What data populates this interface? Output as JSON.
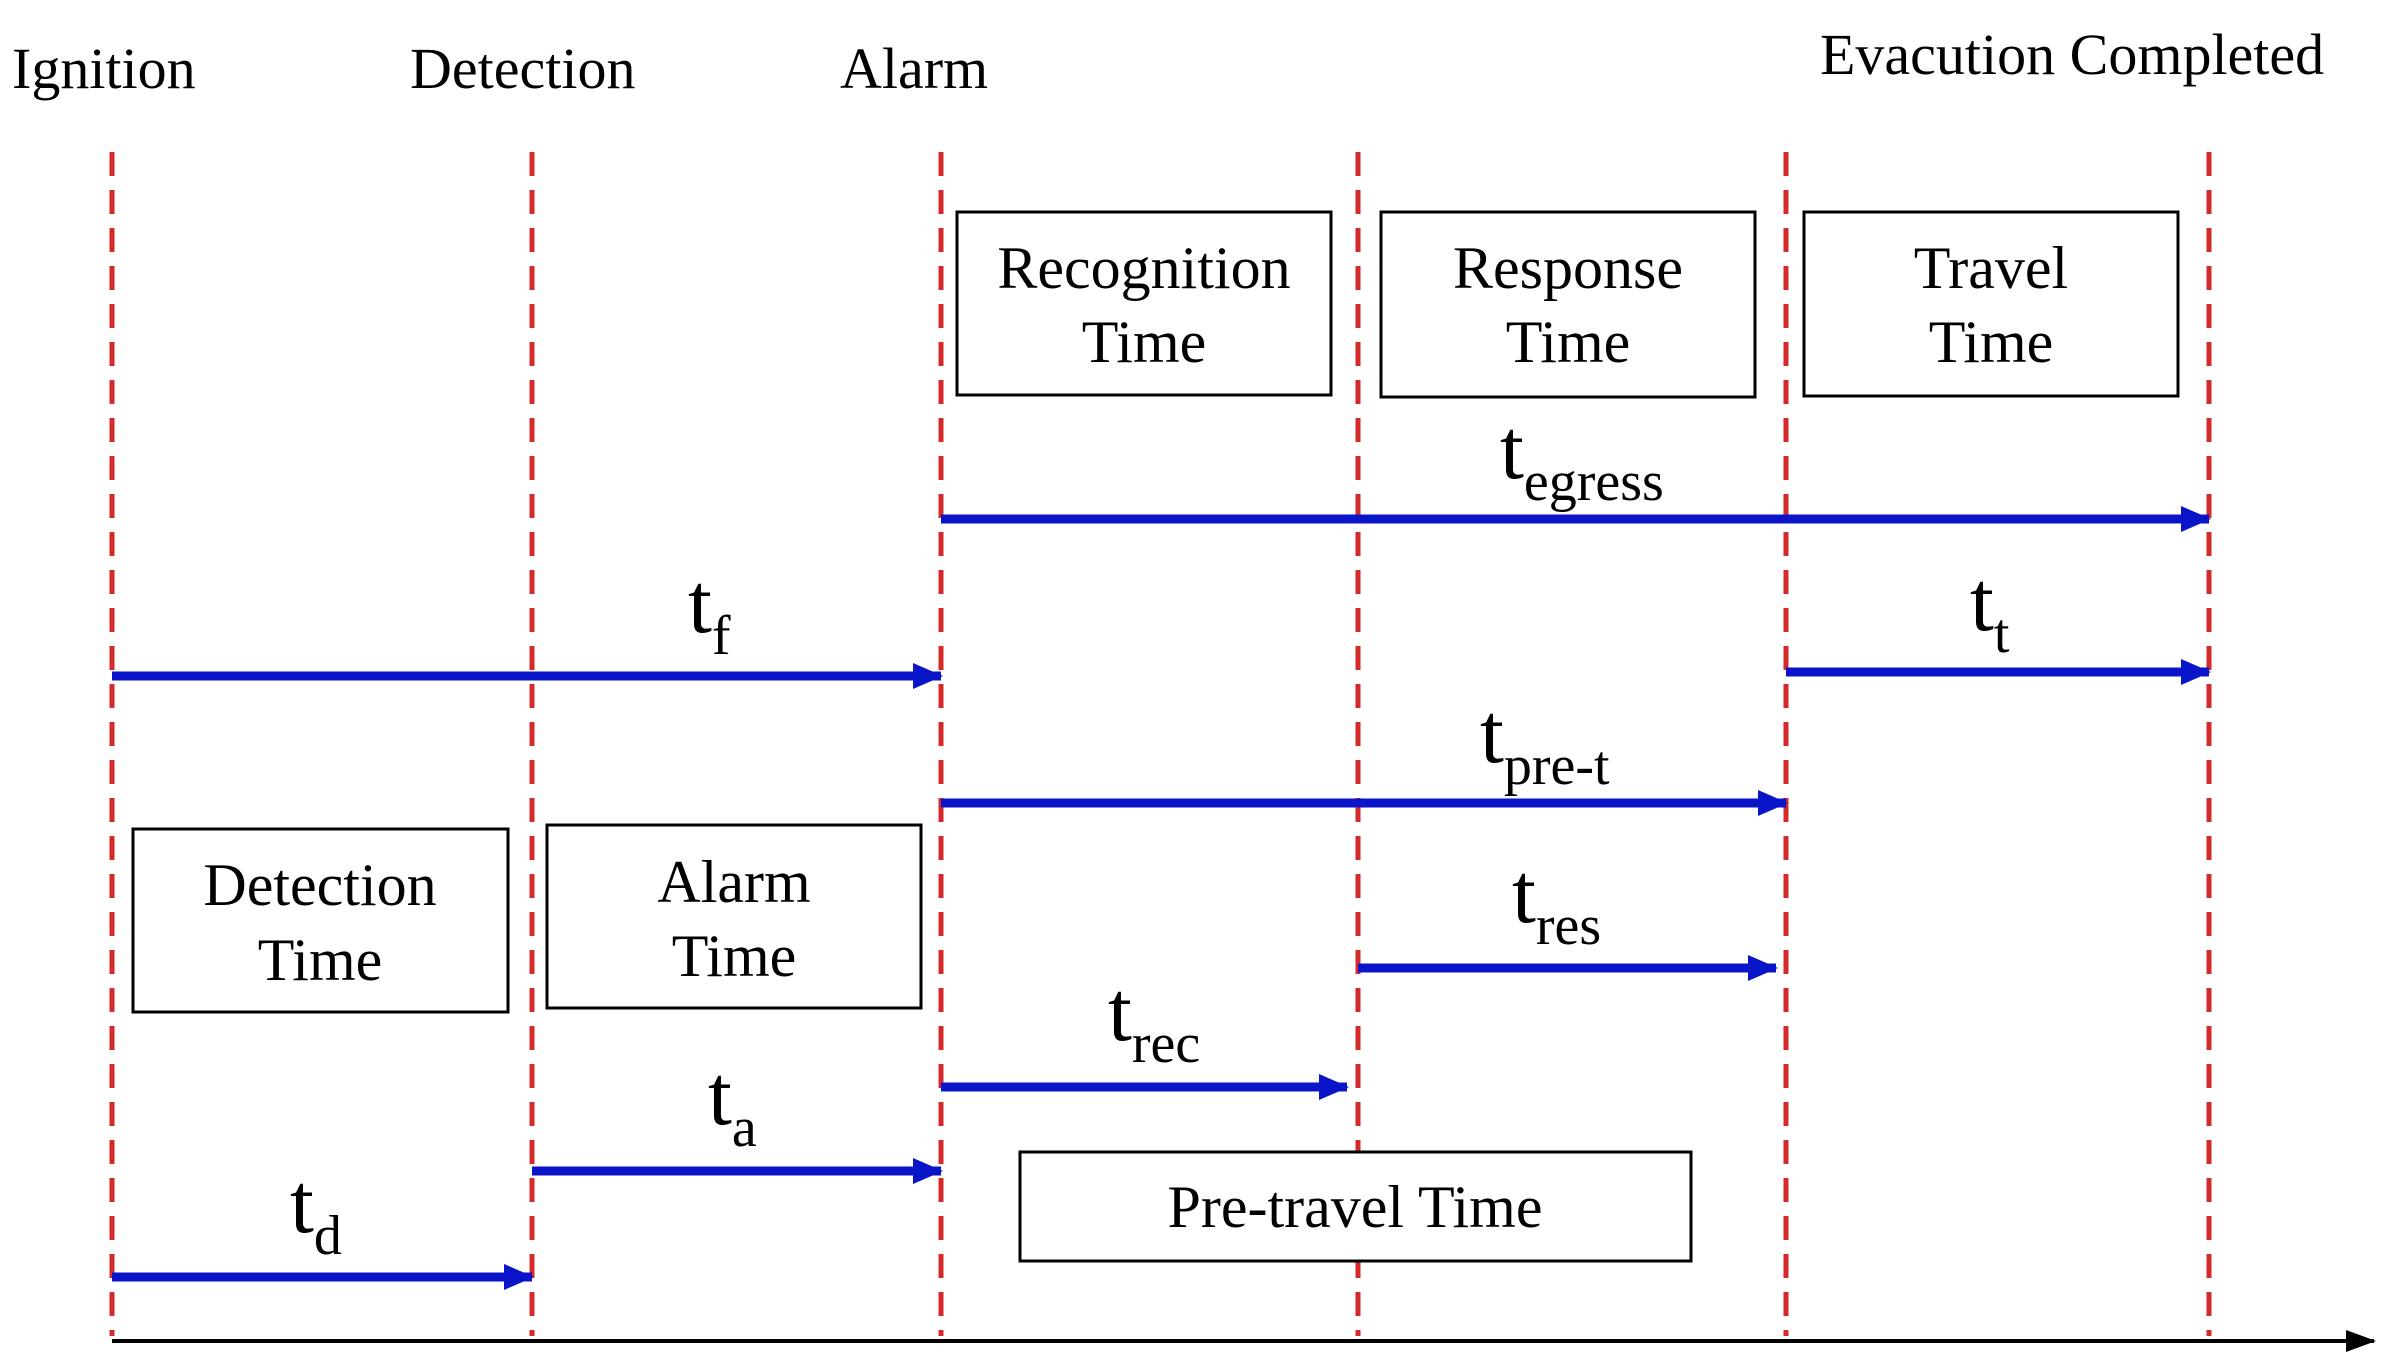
{
  "colors": {
    "guide": "#d42a2a",
    "arrow": "#0a14c8",
    "text": "#000000",
    "box_border": "#000000"
  },
  "events": {
    "ignition": "Ignition",
    "detection": "Detection",
    "alarm": "Alarm",
    "evacuation": "Evacution Completed"
  },
  "boxes": {
    "recognition": {
      "line1": "Recognition",
      "line2": "Time"
    },
    "response": {
      "line1": "Response",
      "line2": "Time"
    },
    "travel": {
      "line1": "Travel",
      "line2": "Time"
    },
    "detection": {
      "line1": "Detection",
      "line2": "Time"
    },
    "alarm": {
      "line1": "Alarm",
      "line2": "Time"
    },
    "pretravel": {
      "line1": "Pre-travel Time"
    }
  },
  "intervals": {
    "t_egress": {
      "symbol": "t",
      "subscript": "egress"
    },
    "t_f": {
      "symbol": "t",
      "subscript": "f"
    },
    "t_t": {
      "symbol": "t",
      "subscript": "t"
    },
    "t_pre_t": {
      "symbol": "t",
      "subscript": "pre-t"
    },
    "t_res": {
      "symbol": "t",
      "subscript": "res"
    },
    "t_rec": {
      "symbol": "t",
      "subscript": "rec"
    },
    "t_a": {
      "symbol": "t",
      "subscript": "a"
    },
    "t_d": {
      "symbol": "t",
      "subscript": "d"
    }
  }
}
